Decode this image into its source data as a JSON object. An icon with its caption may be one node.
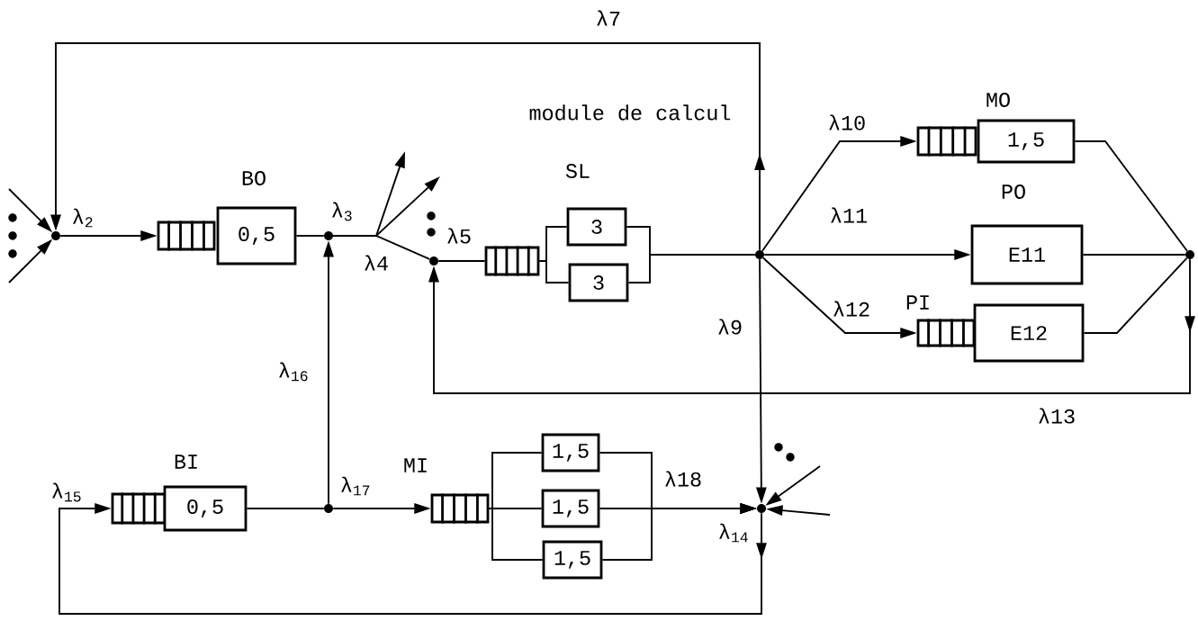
{
  "diagram": {
    "nodes": [
      {
        "text": [],
        "shape": "circle"
      },
      {
        "text": [],
        "shape": "box"
      },
      {
        "text": [
          "0,5"
        ]
      },
      {
        "text": [],
        "shape": "circle"
      },
      {
        "text": [],
        "shape": "circle"
      },
      {
        "text": [],
        "shape": "box"
      },
      {
        "text": [
          "3"
        ]
      },
      {
        "text": [
          "3"
        ]
      },
      {
        "text": [],
        "shape": "circle"
      },
      {
        "text": [],
        "shape": "box"
      },
      {
        "text": [
          "1,5"
        ]
      },
      {
        "text": [
          "E11"
        ]
      },
      {
        "text": [],
        "shape": "box"
      },
      {
        "text": [
          "E12"
        ]
      },
      {
        "text": [],
        "shape": "circle"
      },
      {
        "text": [],
        "shape": "box"
      },
      {
        "text": [
          "0,5"
        ]
      },
      {
        "text": [],
        "shape": "circle"
      },
      {
        "text": [],
        "shape": "box"
      },
      {
        "text": [
          "1,5"
        ]
      },
      {
        "text": [
          "1,5"
        ]
      },
      {
        "text": [
          "1,5"
        ]
      },
      {
        "text": [],
        "shape": "circle"
      }
    ],
    "edges": [
      {
        "from": null,
        "to": 0,
        "arrow": "to"
      },
      {
        "from": null,
        "to": 0,
        "arrow": "to"
      },
      {
        "from": 8,
        "to": 0,
        "arrow": "to",
        "label": "λ7"
      },
      {
        "from": 0,
        "to": 1,
        "arrow": "to",
        "label": "λ$_{2}$"
      },
      {
        "from": 2,
        "to": 3,
        "arrow": "none"
      },
      {
        "from": 17,
        "to": 3,
        "arrow": "to",
        "label": "λ$_{16}$"
      },
      {
        "from": 3,
        "to": null,
        "arrow": "to",
        "label": "λ$_{3}$"
      },
      {
        "from": 3,
        "to": null,
        "arrow": "to"
      },
      {
        "from": 3,
        "to": 4,
        "arrow": "none",
        "label": "λ4"
      },
      {
        "from": 4,
        "to": 5,
        "arrow": "none",
        "label": "λ5"
      },
      {
        "from": 5,
        "to": 6,
        "arrow": "none"
      },
      {
        "from": 5,
        "to": 7,
        "arrow": "none"
      },
      {
        "from": 6,
        "to": 8,
        "arrow": "none"
      },
      {
        "from": 7,
        "to": 8,
        "arrow": "none"
      },
      {
        "from": 8,
        "to": 9,
        "arrow": "to",
        "label": "λ10"
      },
      {
        "from": 8,
        "to": 11,
        "arrow": "to",
        "label": "λ11"
      },
      {
        "from": 8,
        "to": 12,
        "arrow": "to",
        "label": "λ12"
      },
      {
        "from": 10,
        "to": 14,
        "arrow": "none"
      },
      {
        "from": 11,
        "to": 14,
        "arrow": "none"
      },
      {
        "from": 13,
        "to": 14,
        "arrow": "none"
      },
      {
        "from": 14,
        "to": 4,
        "arrow": "to",
        "label": "λ13"
      },
      {
        "from": 8,
        "to": 22,
        "arrow": "to",
        "label": "λ9"
      },
      {
        "from": 16,
        "to": 17,
        "arrow": "none"
      },
      {
        "from": 17,
        "to": 18,
        "arrow": "to",
        "label": "λ$_{17}$"
      },
      {
        "from": 18,
        "to": 19,
        "arrow": "none"
      },
      {
        "from": 18,
        "to": 20,
        "arrow": "none"
      },
      {
        "from": 18,
        "to": 21,
        "arrow": "none"
      },
      {
        "from": 19,
        "to": 22,
        "arrow": "to"
      },
      {
        "from": 20,
        "to": 22,
        "arrow": "to",
        "label": "λ18"
      },
      {
        "from": 21,
        "to": 22,
        "arrow": "to"
      },
      {
        "from": null,
        "to": 22,
        "arrow": "to"
      },
      {
        "from": null,
        "to": 22,
        "arrow": "to"
      },
      {
        "from": 22,
        "to": 15,
        "arrow": "to",
        "label": "λ$_{14}$"
      }
    ],
    "labels": [
      "module de calcul",
      "MO",
      "BO",
      "SL",
      "PO",
      "PI",
      "λ$_{15}$",
      "BI",
      "MI"
    ]
  }
}
